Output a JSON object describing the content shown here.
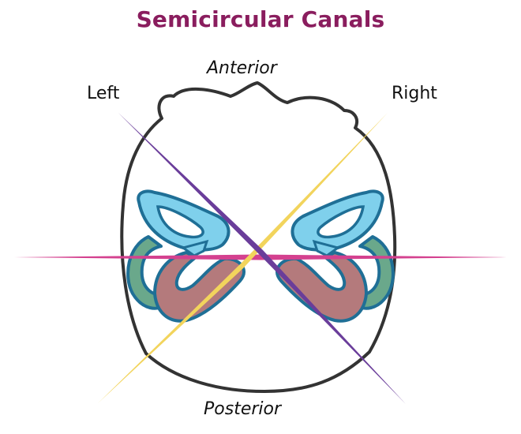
{
  "title": "Semicircular Canals",
  "labels": {
    "anterior": "Anterior",
    "posterior": "Posterior",
    "left": "Left",
    "right": "Right"
  },
  "colors": {
    "title": "#8a1d5e",
    "outline": "#333333",
    "anterior_canal": "#7fd0ec",
    "posterior_canal": "#b47a7c",
    "lateral_canal": "#6aa88b",
    "canal_stroke": "#1f6f96",
    "left_plane": "#6a3d9a",
    "right_plane": "#f2d45c",
    "horizontal_plane": "#d4418f"
  }
}
